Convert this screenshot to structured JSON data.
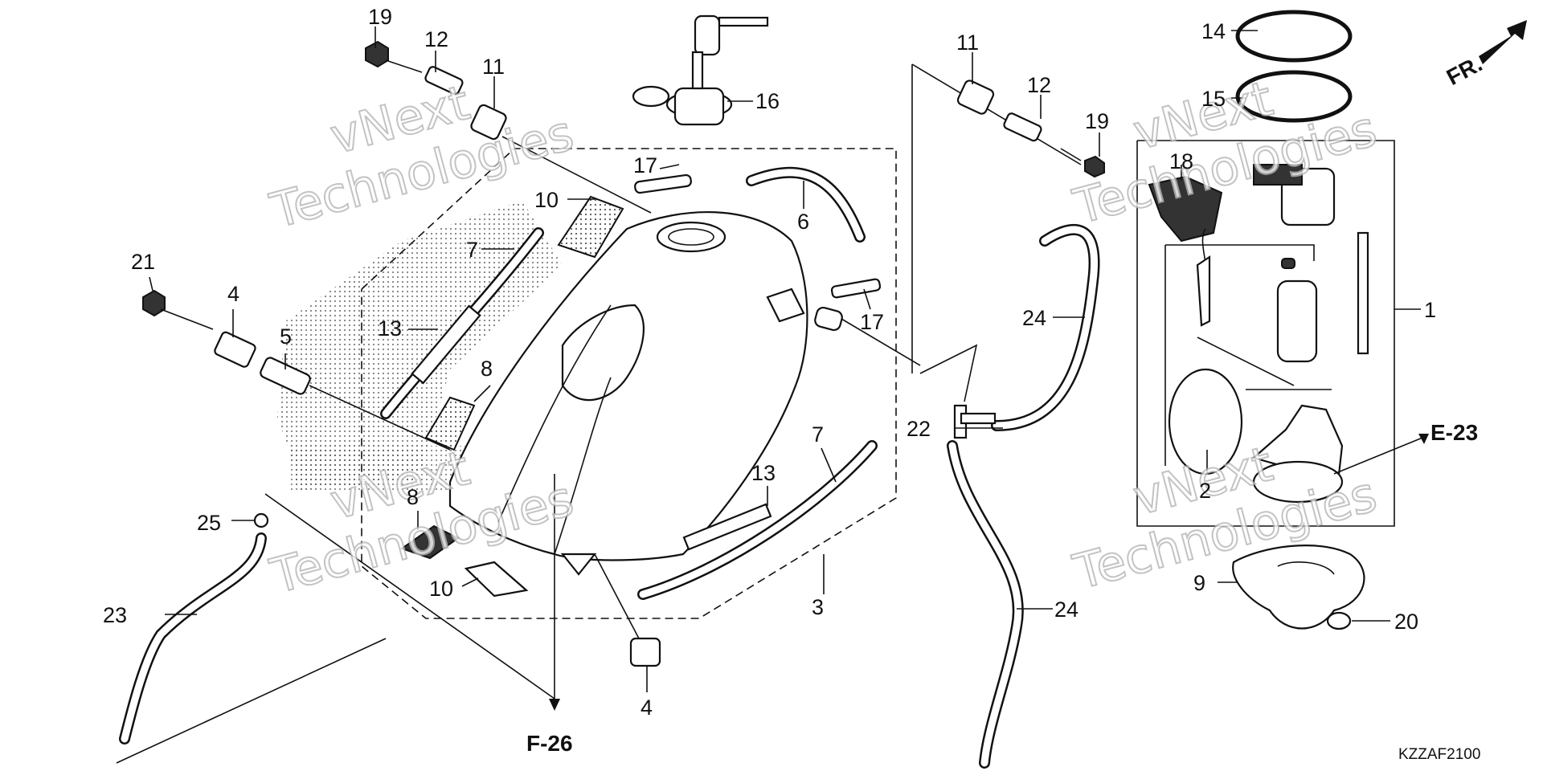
{
  "diagram": {
    "code": "KZZAF2100",
    "direction_marker": "FR.",
    "refs": {
      "e23": "E-23",
      "f26": "F-26"
    },
    "watermark": {
      "line1": "vNext",
      "line2": "Technologies"
    },
    "labels": {
      "l1": "1",
      "l2": "2",
      "l3": "3",
      "l4a": "4",
      "l4b": "4",
      "l5": "5",
      "l6": "6",
      "l7a": "7",
      "l7b": "7",
      "l8a": "8",
      "l8b": "8",
      "l9": "9",
      "l10a": "10",
      "l10b": "10",
      "l11a": "11",
      "l11b": "11",
      "l12a": "12",
      "l12b": "12",
      "l13a": "13",
      "l13b": "13",
      "l14": "14",
      "l15": "15",
      "l16": "16",
      "l17a": "17",
      "l17b": "17",
      "l18": "18",
      "l19a": "19",
      "l19b": "19",
      "l20": "20",
      "l21": "21",
      "l22": "22",
      "l23": "23",
      "l24a": "24",
      "l24b": "24",
      "l25": "25"
    }
  }
}
